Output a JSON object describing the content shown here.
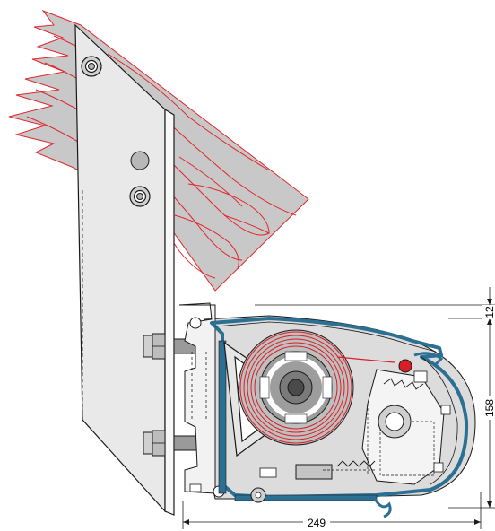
{
  "dimensions": {
    "width_mm": "249",
    "height_mm": "158",
    "top_offset_mm": "12"
  },
  "colors": {
    "wood_fill": "#c8c8c8",
    "wood_grain": "#e0262d",
    "bracket_fill": "#e9e9e9",
    "profile_blue": "#2b6f92",
    "housing_fill": "#d9d9d9",
    "spring_red": "#d81f26",
    "outline": "#1a1a1a"
  }
}
